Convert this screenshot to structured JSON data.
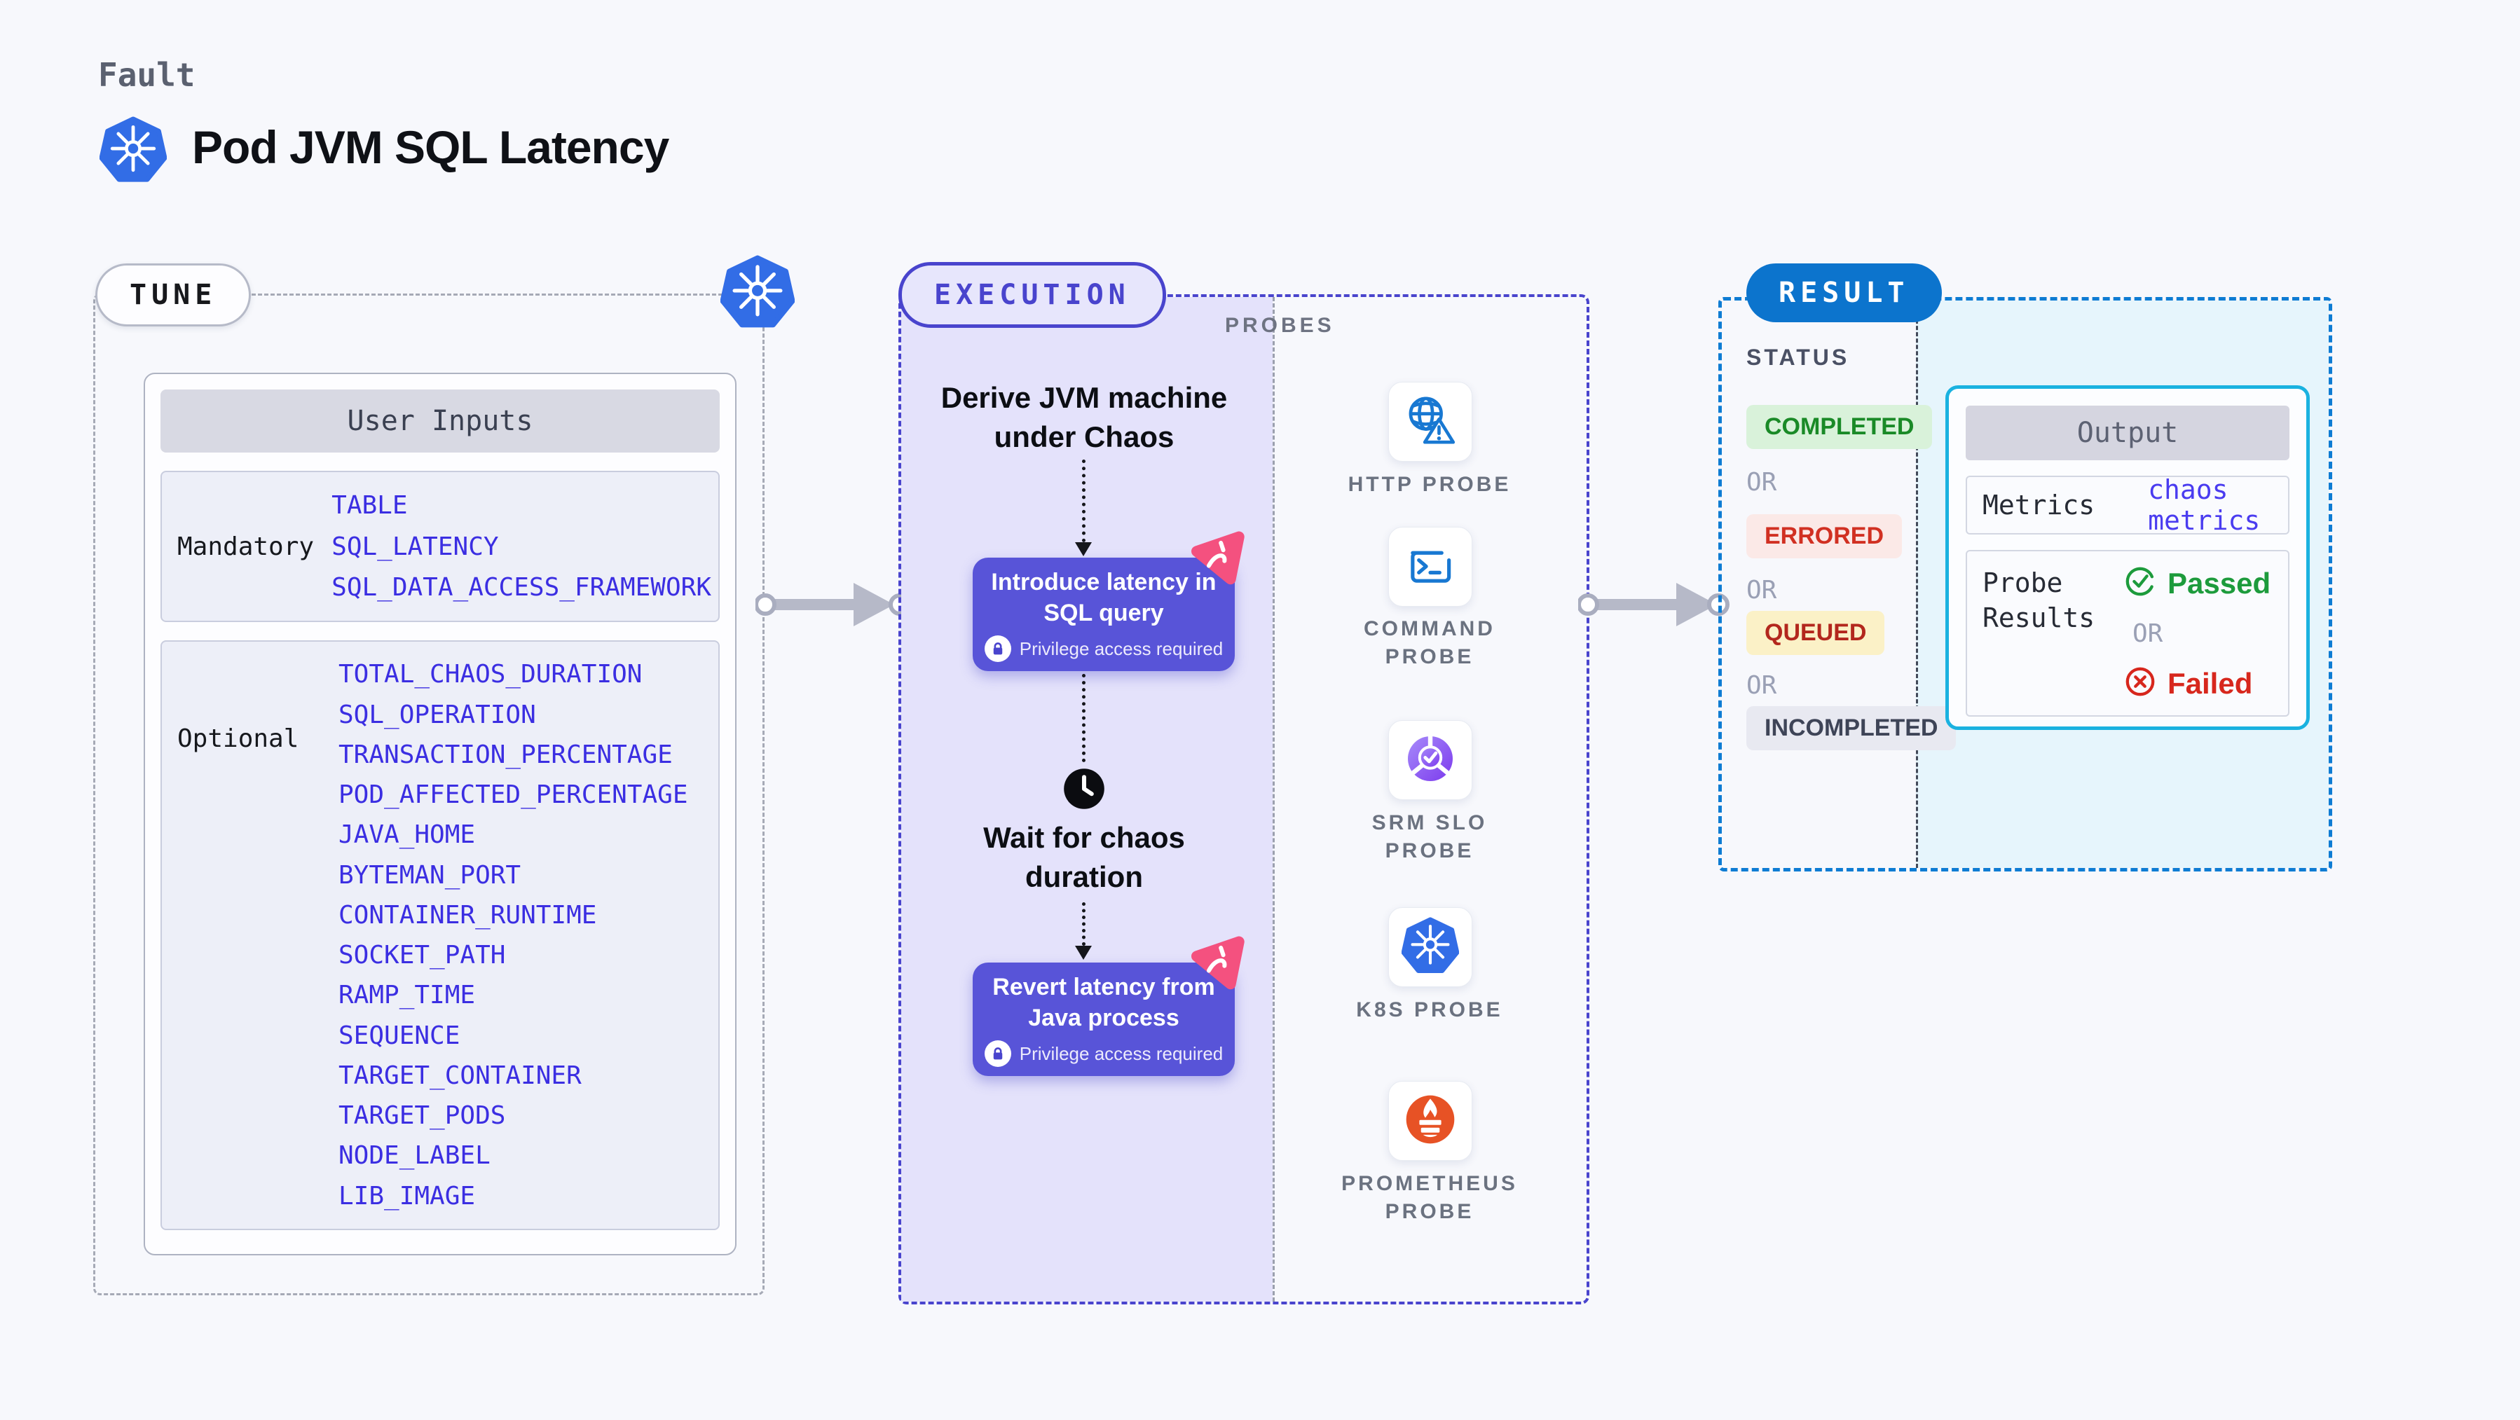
{
  "page": {
    "fault_label": "Fault",
    "title": "Pod JVM SQL Latency"
  },
  "tune": {
    "badge": "TUNE",
    "table_header": "User Inputs",
    "mandatory_label": "Mandatory",
    "mandatory": [
      "TABLE",
      "SQL_LATENCY",
      "SQL_DATA_ACCESS_FRAMEWORK"
    ],
    "optional_label": "Optional",
    "optional": [
      "TOTAL_CHAOS_DURATION",
      "SQL_OPERATION",
      "TRANSACTION_PERCENTAGE",
      "POD_AFFECTED_PERCENTAGE",
      "JAVA_HOME",
      "BYTEMAN_PORT",
      "CONTAINER_RUNTIME",
      "SOCKET_PATH",
      "RAMP_TIME",
      "SEQUENCE",
      "TARGET_CONTAINER",
      "TARGET_PODS",
      "NODE_LABEL",
      "LIB_IMAGE"
    ]
  },
  "execution": {
    "badge": "EXECUTION",
    "privilege_label": "Privilege access required",
    "step_derive": {
      "lines": [
        "Derive JVM machine",
        "under Chaos"
      ]
    },
    "card_introduce": {
      "lines": [
        "Introduce latency in",
        "SQL query"
      ]
    },
    "step_wait": {
      "lines": [
        "Wait for chaos",
        "duration"
      ]
    },
    "card_revert": {
      "lines": [
        "Revert latency from",
        "Java process"
      ]
    }
  },
  "probes": {
    "panel_label": "PROBES",
    "items": [
      {
        "label": "HTTP PROBE",
        "icon": "globe-alert-icon"
      },
      {
        "label": "COMMAND PROBE",
        "icon": "terminal-icon"
      },
      {
        "label": "SRM SLO PROBE",
        "icon": "slo-donut-check-icon"
      },
      {
        "label": "K8S PROBE",
        "icon": "kubernetes-icon"
      },
      {
        "label": "PROMETHEUS PROBE",
        "icon": "prometheus-flame-icon"
      }
    ]
  },
  "result": {
    "badge": "RESULT",
    "status_label": "STATUS",
    "or_label": "OR",
    "statuses": [
      "COMPLETED",
      "ERRORED",
      "QUEUED",
      "INCOMPLETED"
    ],
    "output": {
      "header": "Output",
      "metrics_label": "Metrics",
      "metrics_value": "chaos metrics",
      "probe_results_label": "Probe Results",
      "passed_label": "Passed",
      "failed_label": "Failed"
    }
  },
  "colors": {
    "page_bg": "#f7f8fc",
    "input_value_blue": "#3b2ee2",
    "execution_indigo": "#4944cd",
    "execution_bg": "#e4e2fb",
    "card_indigo": "#5854d8",
    "chaos_pink": "#f4517f",
    "result_blue": "#0c74cd",
    "output_border_cyan": "#1ab2e0",
    "completed_green": "#1a8a27",
    "errored_red": "#d13022",
    "queued_red": "#b3271d",
    "incompleted_gray": "#3e4457",
    "passed_green": "#1d9b3c",
    "failed_red": "#d7271d",
    "kubernetes_blue": "#326de6",
    "prometheus_orange": "#e75225",
    "probe_icon_blue": "#1878d2"
  }
}
